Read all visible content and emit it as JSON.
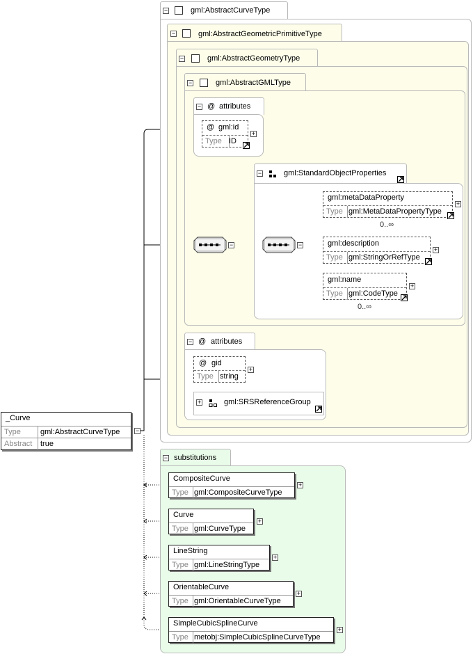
{
  "root": {
    "name": "_Curve",
    "rows": [
      {
        "key": "Type",
        "value": "gml:AbstractCurveType"
      },
      {
        "key": "Abstract",
        "value": "true"
      }
    ]
  },
  "types": {
    "curve": "gml:AbstractCurveType",
    "primitive": "gml:AbstractGeometricPrimitiveType",
    "geometry": "gml:AbstractGeometryType",
    "gml": "gml:AbstractGMLType"
  },
  "attributes_label": "attributes",
  "attributes_label2": "attributes",
  "id_attr": {
    "at": "@",
    "name": "gml:id",
    "type_key": "Type",
    "type_val": "ID"
  },
  "gid_attr": {
    "at": "@",
    "name": "gid",
    "type_key": "Type",
    "type_val": "string"
  },
  "srs_group": "gml:SRSReferenceGroup",
  "sop_group": "gml:StandardObjectProperties",
  "sop_elements": [
    {
      "name": "gml:metaDataProperty",
      "type_key": "Type",
      "type_val": "gml:MetaDataPropertyType",
      "occ": "0..∞"
    },
    {
      "name": "gml:description",
      "type_key": "Type",
      "type_val": "gml:StringOrRefType",
      "occ": ""
    },
    {
      "name": "gml:name",
      "type_key": "Type",
      "type_val": "gml:CodeType",
      "occ": "0..∞"
    }
  ],
  "substitutions_label": "substitutions",
  "substitutions": [
    {
      "name": "CompositeCurve",
      "type_key": "Type",
      "type_val": "gml:CompositeCurveType"
    },
    {
      "name": "Curve",
      "type_key": "Type",
      "type_val": "gml:CurveType"
    },
    {
      "name": "LineString",
      "type_key": "Type",
      "type_val": "gml:LineStringType"
    },
    {
      "name": "OrientableCurve",
      "type_key": "Type",
      "type_val": "gml:OrientableCurveType"
    },
    {
      "name": "SimpleCubicSplineCurve",
      "type_key": "Type",
      "type_val": "metobj:SimpleCubicSplineCurveType"
    }
  ],
  "icons": {
    "collapse": "minus",
    "expand": "plus",
    "link": "arrow-link",
    "sequence": "sequence-compositor",
    "group": "group-icon"
  }
}
